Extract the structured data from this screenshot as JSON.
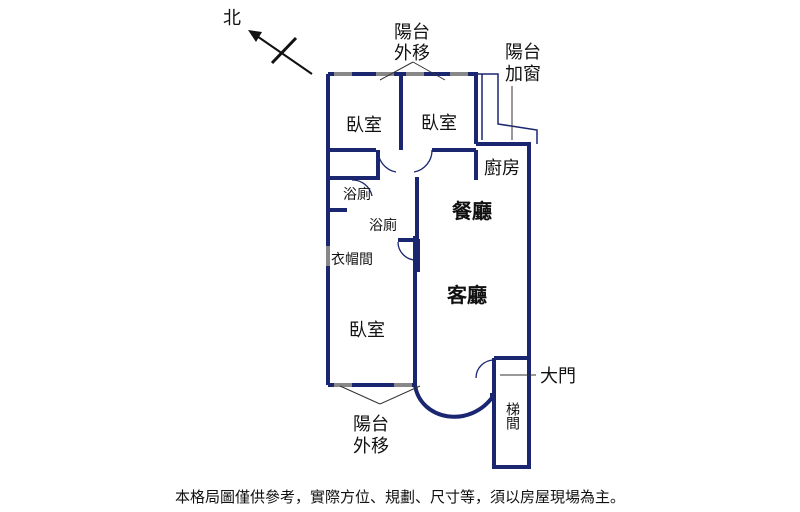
{
  "north_label": "北",
  "rooms": {
    "bedroom_1": "臥室",
    "bedroom_2": "臥室",
    "bedroom_3": "臥室",
    "bathroom_1": "浴廁",
    "bathroom_2": "浴廁",
    "kitchen": "廚房",
    "dining": "餐廳",
    "living": "客廳",
    "closet": "衣帽間",
    "stairwell": "梯間"
  },
  "annotations": {
    "balcony_top_line1": "陽台",
    "balcony_top_line2": "外移",
    "balcony_window_line1": "陽台",
    "balcony_window_line2": "加窗",
    "entrance": "大門",
    "balcony_bottom_line1": "陽台",
    "balcony_bottom_line2": "外移"
  },
  "disclaimer": "本格局圖僅供參考，實際方位、規劃、尺寸等，須以房屋現場為主。",
  "colors": {
    "wall": "#1a2770",
    "text": "#111111",
    "window": "#888888"
  }
}
